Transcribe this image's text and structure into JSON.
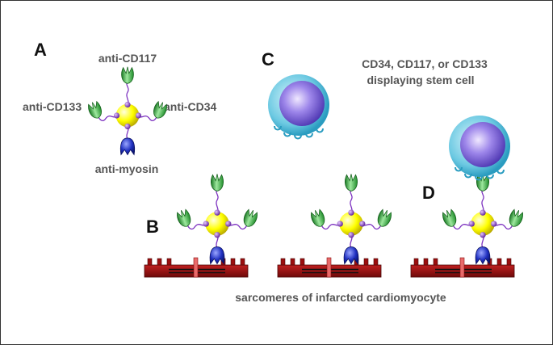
{
  "panel_letters": {
    "a": "A",
    "b": "B",
    "c": "C",
    "d": "D"
  },
  "antibody_labels": {
    "top": "anti-CD117",
    "left": "anti-CD133",
    "right": "anti-CD34",
    "bottom": "anti-myosin"
  },
  "stem_cell_label": [
    "CD34, CD117, or CD133",
    "displaying stem cell"
  ],
  "sarcomere_label": "sarcomeres of infarcted cardiomyocyte",
  "colors": {
    "core": "#ffff00",
    "linker": "#7b2fbf",
    "anti_stem_cell_antibody": "#2fae3a",
    "anti_myosin_antibody": "#1f2fbf",
    "sarcomere": "#9b0f0f",
    "cell_membrane": "#3fb7d4",
    "nucleus": "#7a63d9"
  }
}
